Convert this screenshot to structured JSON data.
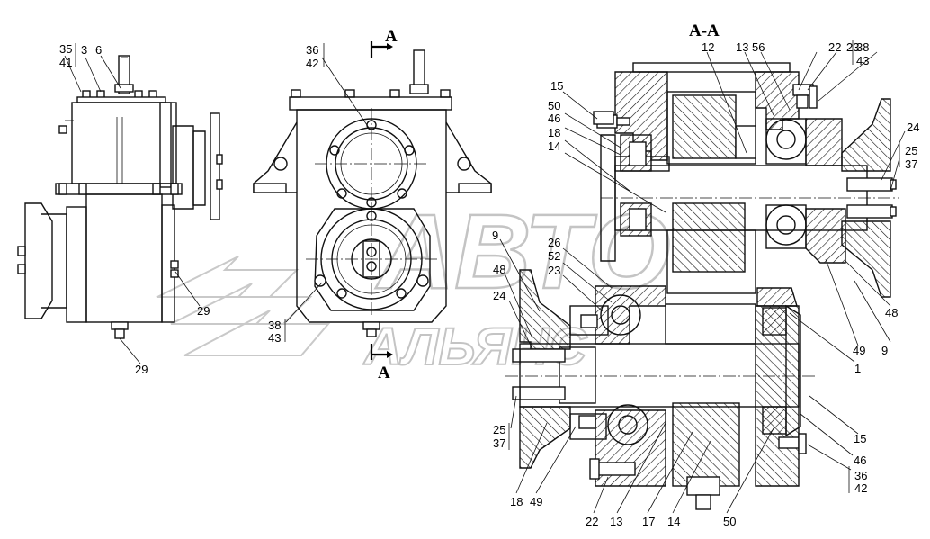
{
  "section_title": "A-A",
  "cut_marker_top": "A",
  "cut_marker_bottom": "A",
  "watermark_line1": "АВТО",
  "watermark_line2": "АЛЬЯНС",
  "callouts": {
    "l_35": "35",
    "l_41": "41",
    "l_3": "3",
    "l_6": "6",
    "l_29a": "29",
    "l_29b": "29",
    "m_36": "36",
    "m_42": "42",
    "m_38": "38",
    "m_43": "43",
    "s_12": "12",
    "s_13t": "13",
    "s_56": "56",
    "s_22t": "22",
    "s_23t": "23",
    "s_38": "38",
    "s_43": "43",
    "s_15t": "15",
    "s_50t": "50",
    "s_46t": "46",
    "s_18t": "18",
    "s_14t": "14",
    "s_24r": "24",
    "s_25r": "25",
    "s_37r": "37",
    "s_9l": "9",
    "s_26": "26",
    "s_52": "52",
    "s_23m": "23",
    "s_48l": "48",
    "s_24l": "24",
    "s_48r": "48",
    "s_49r": "49",
    "s_9r": "9",
    "s_1": "1",
    "s_25l": "25",
    "s_37l": "37",
    "s_15b": "15",
    "s_46b": "46",
    "s_36b": "36",
    "s_42b": "42",
    "s_18b": "18",
    "s_49b": "49",
    "s_22b": "22",
    "s_13b": "13",
    "s_17": "17",
    "s_14b": "14",
    "s_50b": "50"
  }
}
